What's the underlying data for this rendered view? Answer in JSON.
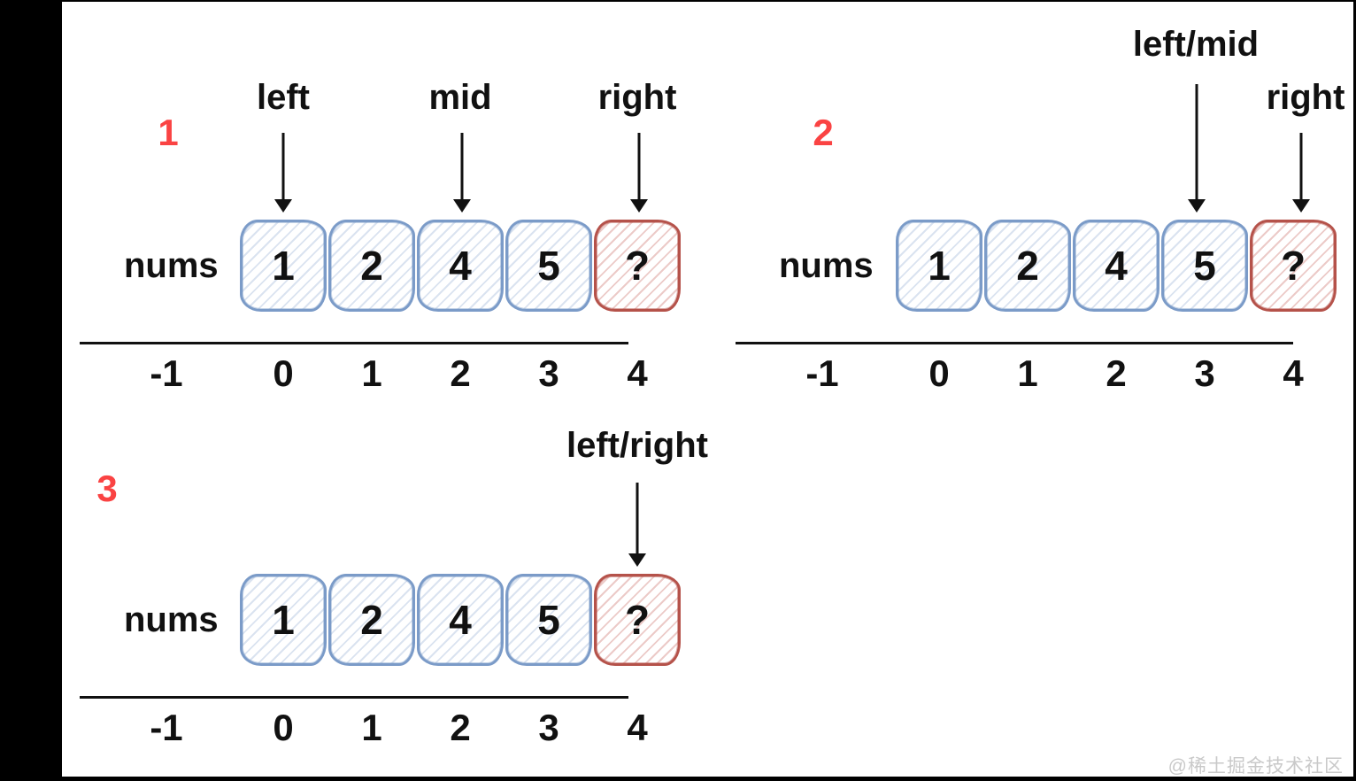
{
  "array": {
    "label": "nums",
    "cells": [
      "1",
      "2",
      "4",
      "5",
      "?"
    ],
    "highlight_index": 4
  },
  "axis": {
    "labels": [
      "-1",
      "0",
      "1",
      "2",
      "3",
      "4"
    ]
  },
  "panels": [
    {
      "step": "1",
      "pointers": [
        {
          "label": "left",
          "index": 0
        },
        {
          "label": "mid",
          "index": 2
        },
        {
          "label": "right",
          "index": 4
        }
      ]
    },
    {
      "step": "2",
      "pointers": [
        {
          "label": "left/mid",
          "index": 3
        },
        {
          "label": "right",
          "index": 4
        }
      ]
    },
    {
      "step": "3",
      "pointers": [
        {
          "label": "left/right",
          "index": 4
        }
      ]
    }
  ],
  "colors": {
    "blue_cell_border": "#7b9bc8",
    "red_cell_border": "#b5524a",
    "step_number": "#fa4343",
    "ink": "#111111",
    "watermark": "#c9c9c9"
  },
  "watermark": "@稀土掘金技术社区"
}
